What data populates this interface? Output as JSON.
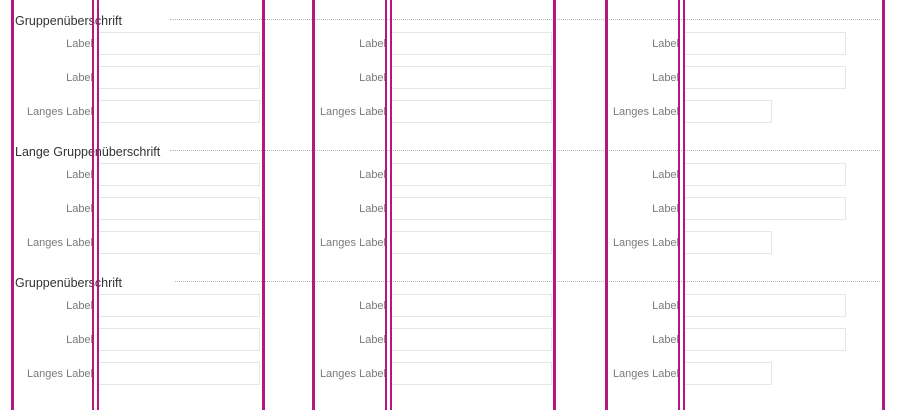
{
  "colors": {
    "accent": "#b5177f",
    "field_border": "#e6e6e6",
    "label_text": "#7a7a7a",
    "heading_text": "#333333"
  },
  "groups": [
    {
      "heading": "Gruppenüberschrift"
    },
    {
      "heading": "Lange Gruppenüberschrift"
    },
    {
      "heading": "Gruppenüberschrift"
    }
  ],
  "rows": [
    {
      "label": "Label",
      "value": ""
    },
    {
      "label": "Label",
      "value": ""
    },
    {
      "label": "Langes Label",
      "value": ""
    }
  ]
}
